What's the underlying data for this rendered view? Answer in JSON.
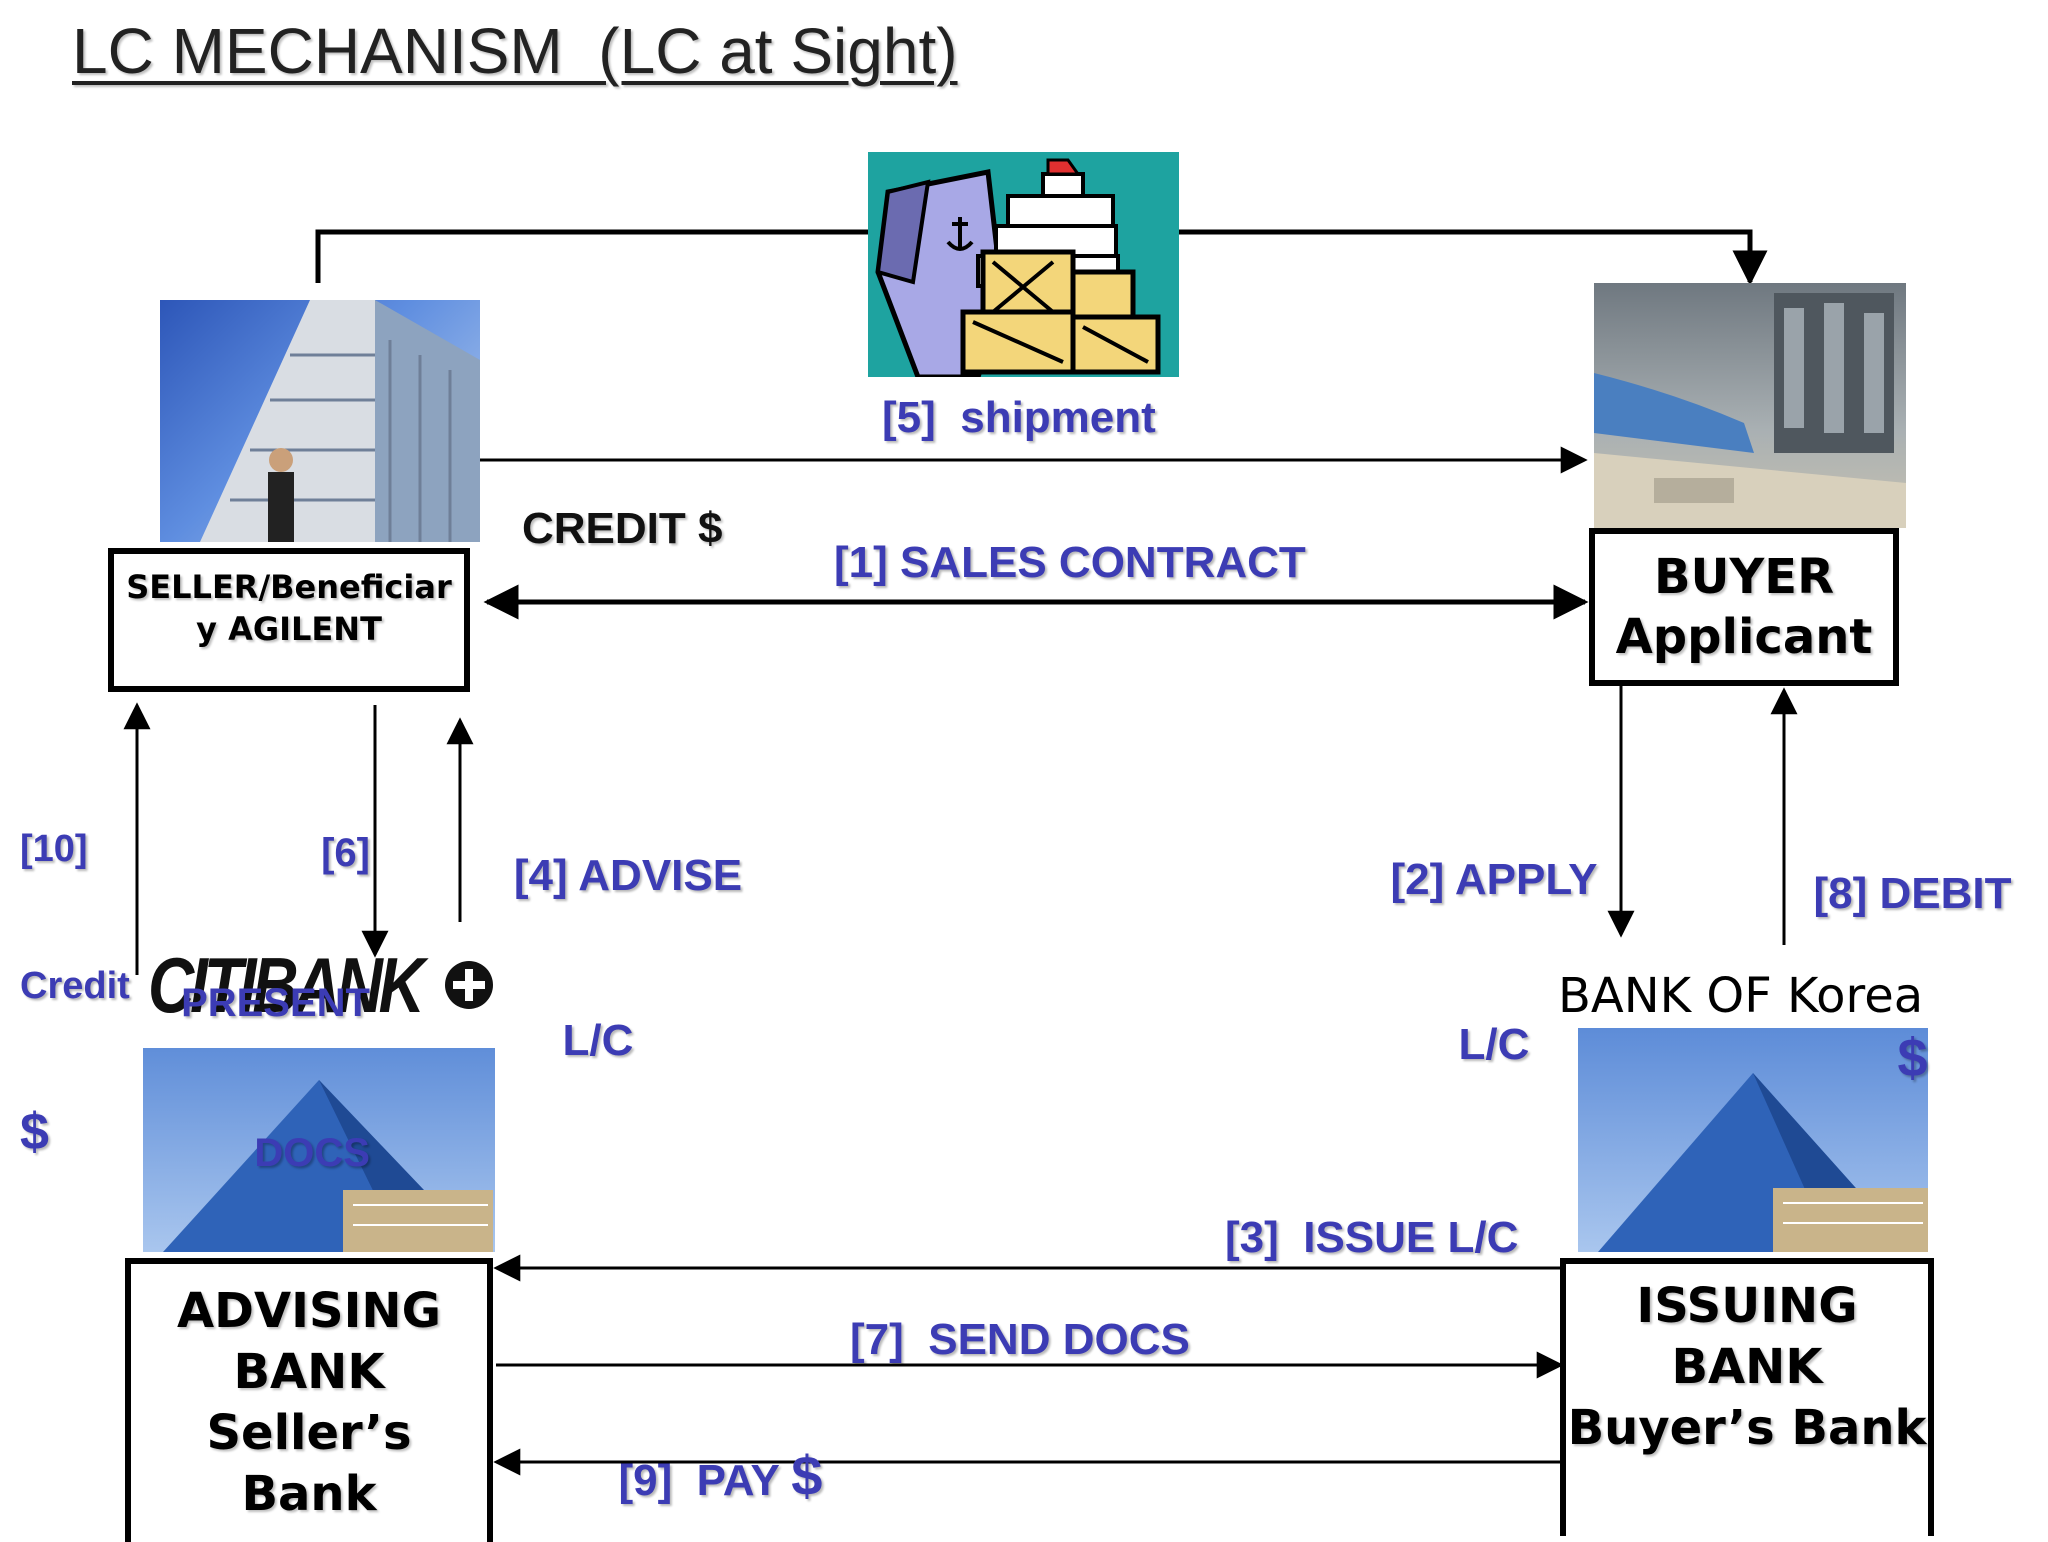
{
  "title": "LC MECHANISM  (LC at Sight)",
  "nodes": {
    "seller": {
      "line1": "SELLER/Beneficiar",
      "line2": "y AGILENT"
    },
    "buyer": {
      "line1": "BUYER",
      "line2": "Applicant"
    },
    "advising_bank": {
      "line1": "ADVISING",
      "line2": "BANK",
      "line3": "Seller’s",
      "line4": "Bank"
    },
    "issuing_bank": {
      "line1": "ISSUING",
      "line2": "BANK",
      "line3": "Buyer’s Bank"
    }
  },
  "logos": {
    "citibank": "CITIBANK",
    "bank_of_korea": "BANK OF Korea"
  },
  "steps": {
    "s1": "[1] SALES CONTRACT",
    "s2_l1": "[2] APPLY",
    "s2_l2": "L/C",
    "s3": "[3]  ISSUE L/C",
    "s4_l1": "[4] ADVISE",
    "s4_l2": "L/C",
    "s5": "[5]  shipment",
    "s6_l1": "[6]",
    "s6_l2": "PRESENT",
    "s6_l3": "DOCS",
    "s7": "[7]  SEND DOCS",
    "s8_l1": "[8] DEBIT",
    "s8_l2": "$",
    "s9": "[9]  PAY ",
    "s9_dollar": "$",
    "s10_l1": "[10]",
    "s10_l2": "Credit",
    "s10_l3": "$"
  },
  "credit_label": "CREDIT $",
  "colors": {
    "step_label": "#3c3cb4",
    "line": "#000000"
  }
}
